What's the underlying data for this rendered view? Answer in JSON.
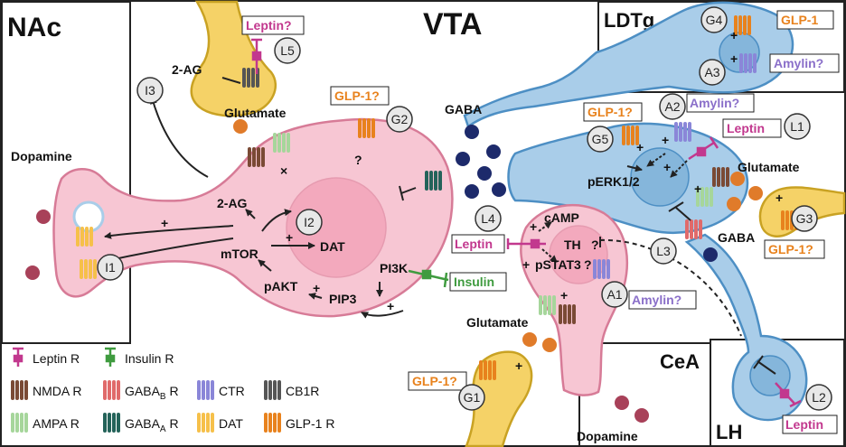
{
  "regions": {
    "vta": "VTA",
    "nac": "NAc",
    "ldtg": "LDTg",
    "cea": "CeA",
    "lh": "LH"
  },
  "labels": {
    "dopamine_nac": "Dopamine",
    "dopamine_cea": "Dopamine",
    "glutamate_top": "Glutamate",
    "glutamate_right": "Glutamate",
    "glutamate_bottom": "Glutamate",
    "gaba_top": "GABA",
    "gaba_right": "GABA",
    "two_ag_left": "2-AG",
    "two_ag_mid": "2-AG",
    "mtor": "mTOR",
    "dat": "DAT",
    "pakt": "pAKT",
    "pip3": "PIP3",
    "pi3k": "PI3K",
    "camp": "cAMP",
    "th": "TH",
    "pstat3": "pSTAT3",
    "perk": "pERK1/2",
    "question": "?",
    "plus": "+",
    "cross": "×"
  },
  "tags": {
    "leptin_q": "Leptin?",
    "glp1_q_g2": "GLP-1?",
    "glp1_q_g5": "GLP-1?",
    "glp1_q_g3": "GLP-1?",
    "glp1_q_g1": "GLP-1?",
    "glp1_g4": "GLP-1",
    "amylin_a3": "Amylin?",
    "amylin_a2": "Amylin?",
    "amylin_a1": "Amylin?",
    "leptin_l1": "Leptin",
    "leptin_l4": "Leptin",
    "leptin_l2": "Leptin",
    "insulin": "Insulin"
  },
  "circles": {
    "l5": "L5",
    "i3": "I3",
    "g2": "G2",
    "i2": "I2",
    "i1": "I1",
    "g4": "G4",
    "a3": "A3",
    "a2": "A2",
    "g5": "G5",
    "l1": "L1",
    "l4": "L4",
    "g3": "G3",
    "l3": "L3",
    "a1": "A1",
    "g1": "G1",
    "l2": "L2"
  },
  "legend": {
    "leptin_r": "Leptin R",
    "insulin_r": "Insulin R",
    "nmda_r": "NMDA R",
    "gabab_r": "GABA",
    "gabab_sub": "B",
    "gabab_suffix": " R",
    "ctr": "CTR",
    "cb1r": "CB1R",
    "ampa_r": "AMPA R",
    "gabaa_r": "GABA",
    "gabaa_sub": "A",
    "gabaa_suffix": " R",
    "dat": "DAT",
    "glp1_r": "GLP-1 R"
  },
  "colors": {
    "da_fill": "#f7c6d3",
    "da_stroke": "#d77b97",
    "blue_fill": "#a9cde9",
    "blue_stroke": "#4d8fc4",
    "yellow_fill": "#f5d267",
    "yellow_stroke": "#c9a223",
    "leptin": "#c2388e",
    "glp1": "#e8821d",
    "amylin": "#8a6fc9",
    "insulin": "#3f9b3f",
    "nmda": "#7a4a35",
    "ampa": "#a6d69b",
    "gabab": "#e06a6a",
    "gabaa": "#24635a",
    "ctr": "#8a86d8",
    "cb1r": "#555555",
    "datr": "#f6c04a",
    "glp1r": "#e8821d",
    "navy": "#1d2a6b",
    "orange_dot": "#e07b2a",
    "maroon_dot": "#a84159",
    "circle_fill": "#e8e8e8"
  }
}
